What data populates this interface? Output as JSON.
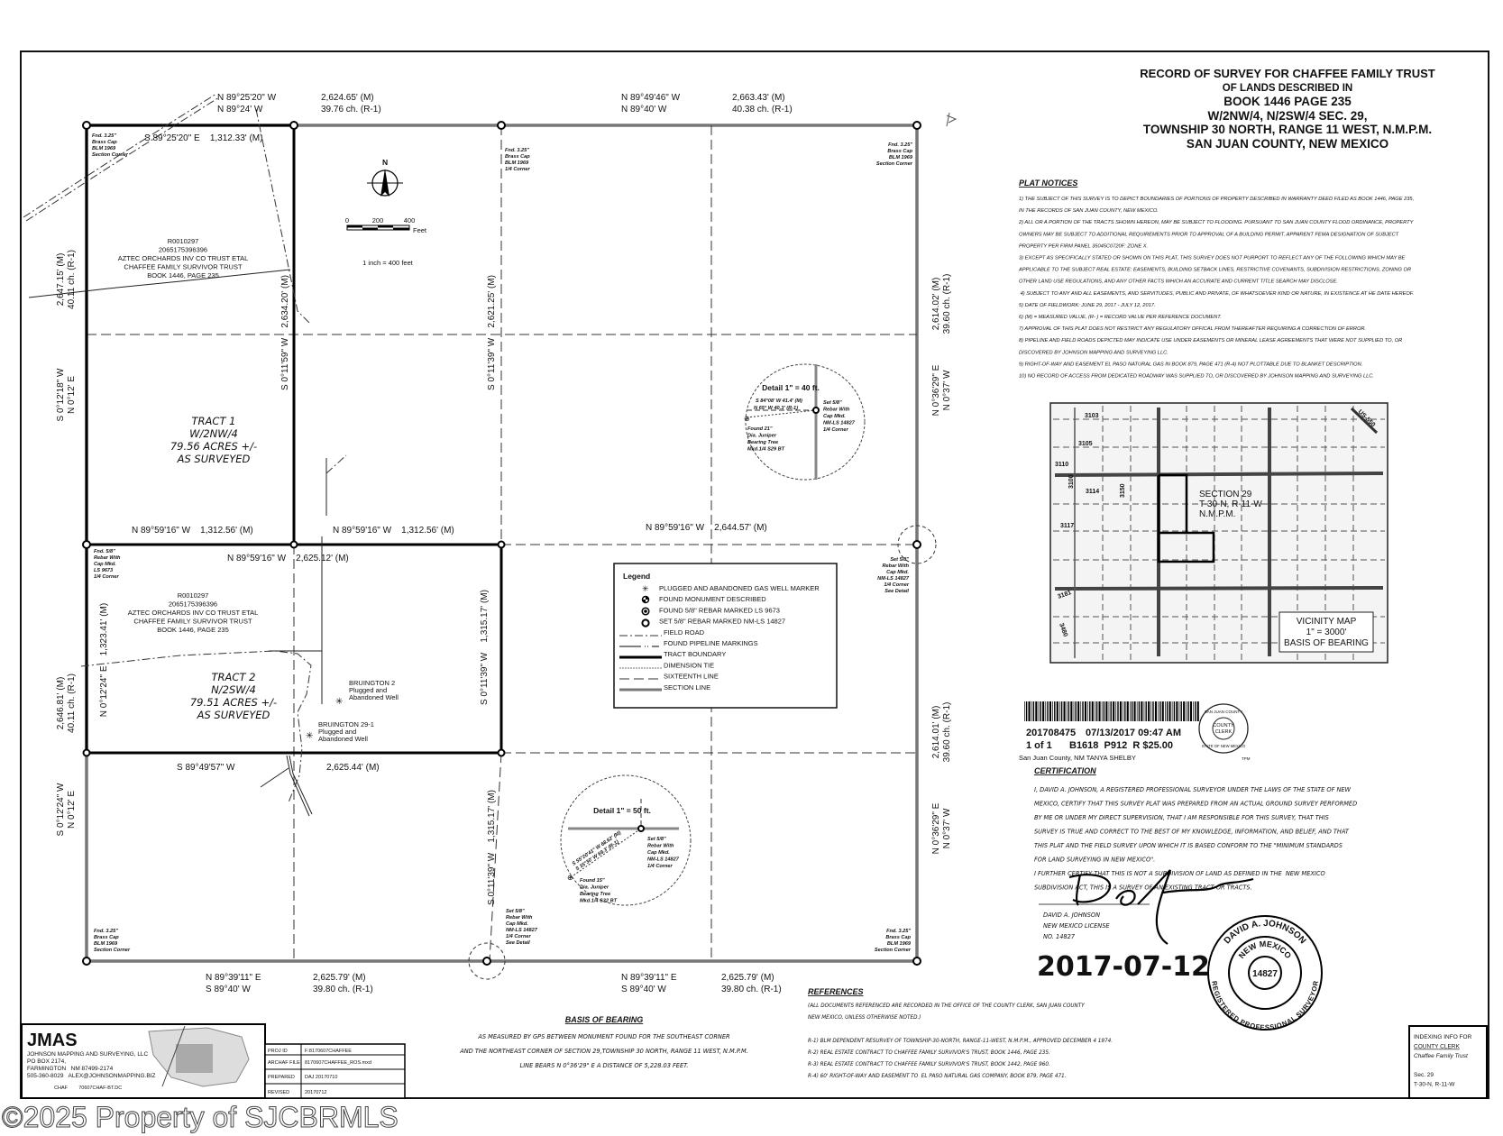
{
  "title": {
    "lines": [
      "RECORD OF SURVEY FOR CHAFFEE FAMILY TRUST",
      "OF LANDS DESCRIBED IN",
      "BOOK 1446 PAGE 235",
      "W/2NW/4, N/2SW/4 SEC. 29,",
      "TOWNSHIP 30 NORTH, RANGE 11 WEST, N.M.P.M.",
      "SAN JUAN COUNTY, NEW MEXICO"
    ]
  },
  "plat_notices": {
    "heading": "PLAT NOTICES",
    "lines": [
      "1) THE SUBJECT OF THIS SURVEY IS TO DEPICT BOUNDARIES OF PORTIONS OF PROPERTY DESCRIBED IN WARRANTY DEED FILED AS BOOK 1446, PAGE 235,",
      "IN THE RECORDS OF SAN JUAN COUNTY, NEW MEXICO.",
      "2) ALL OR A PORTION OF THE TRACTS SHOWN HEREON, MAY BE SUBJECT TO FLOODING. PURSUANT TO SAN JUAN COUNTY FLOOD ORDINANCE, PROPERTY",
      "OWNERS MAY BE SUBJECT TO ADDITIONAL REQUIREMENTS PRIOR TO APPROVAL OF A BUILDING PERMIT. APPARENT FEMA DESIGNATION OF SUBJECT",
      "PROPERTY PER FIRM PANEL 35045C0720F: ZONE X.",
      "3) EXCEPT AS SPECIFICALLY STATED OR SHOWN ON THIS PLAT, THIS SURVEY DOES NOT PURPORT TO REFLECT ANY OF THE FOLLOWING WHICH MAY BE",
      "APPLICABLE TO THE SUBJECT REAL ESTATE: EASEMENTS, BUILDING SETBACK LINES, RESTRICTIVE COVENANTS, SUBDIVISION RESTRICTIONS, ZONING OR",
      "OTHER LAND USE REGULATIONS, AND ANY OTHER FACTS WHICH AN ACCURATE AND CURRENT TITLE SEARCH MAY DISCLOSE.",
      " 4) SUBJECT TO ANY AND ALL EASEMENTS, AND SERVITUDES, PUBLIC AND PRIVATE, OF WHATSOEVER KIND OR NATURE, IN EXISTENCE AT HE DATE HEREOF.",
      "5) DATE OF FIELDWORK: JUNE 29, 2017 - JULY 12, 2017.",
      "6) (M) = MEASURED VALUE, (R- ) = RECORD VALUE PER REFERENCE DOCUMENT.",
      "7) APPROVAL OF THIS PLAT DOES NOT RESTRICT ANY REGULATORY OFFICAL FROM THEREAFTER REQUIRING A CORRECTION OF ERROR.",
      "8) PIPELINE AND FIELD ROADS DEPICTED MAY INDICATE USE UNDER EASEMENTS OR MINERAL LEASE AGREEMENTS THAT WERE NOT SUPPLIED TO, OR",
      "DISCOVERED BY JOHNSON MAPPING AND SURVEYING LLC.",
      "9) RIGHT-OF-WAY AND EASEMENT EL PASO NATURAL GAS IN BOOK 879, PAGE 471 (R-4) NOT PLOTTABLE DUE TO BLANKET DESCRIPTION.",
      "10) NO RECORD OF ACCESS FROM DEDICATED ROADWAY WAS SUPPLIED TO, OR DISCOVERED BY JOHNSON MAPPING AND SURVEYING LLC."
    ]
  },
  "plat": {
    "north_arrow_label": "N",
    "scale_bar": {
      "ticks": [
        "0",
        "200",
        "400"
      ],
      "unit": "Feet",
      "note": "1 inch = 400 feet"
    },
    "top_west": {
      "bearing_m": "N 89°25'20\" W",
      "bearing_r": "N 89°24' W",
      "dist_m": "2,624.65' (M)",
      "dist_r": "39.76 ch. (R-1)"
    },
    "top_east": {
      "bearing_m": "N 89°49'46\" W",
      "bearing_r": "N 89°40' W",
      "dist_m": "2,663.43' (M)",
      "dist_r": "40.38 ch. (R-1)"
    },
    "bottom_west": {
      "bearing_m": "N 89°39'11\" E",
      "bearing_r": "S 89°40' W",
      "dist_m": "2,625.79' (M)",
      "dist_r": "39.80 ch. (R-1)"
    },
    "bottom_east": {
      "bearing_m": "N 89°39'11\" E",
      "bearing_r": "S 89°40' W",
      "dist_m": "2,625.79' (M)",
      "dist_r": "39.80 ch. (R-1)"
    },
    "west_north": {
      "bearing_m": "S 0°12'18\" W",
      "bearing_r": "N 0°12' E",
      "dist_m": "2,647.15' (M)",
      "dist_r": "40.11 ch. (R-1)"
    },
    "west_south": {
      "bearing_m": "S 0°12'24\" W",
      "bearing_r": "N 0°12' E",
      "dist_m": "2,646.81' (M)",
      "dist_r": "40.11 ch. (R-1)"
    },
    "east_north": {
      "bearing_m": "N 0°36'29\" E",
      "bearing_r": "N 0°37' W",
      "dist_m": "2,614.02' (M)",
      "dist_r": "39.60 ch. (R-1)"
    },
    "east_south": {
      "bearing_m": "N 0°36'29\" E",
      "bearing_r": "N 0°37' W",
      "dist_m": "2,614.01' (M)",
      "dist_r": "39.60 ch. (R-1)"
    },
    "tract1_top": "S 89°25'20\" E    1,312.33' (M)",
    "tract1_east": "S 0°11'59\" W    2,634.20' (M)",
    "center_north": "S 0°11'39\" W    2,621.25' (M)",
    "tract1_bottom": "N 89°59'16\" W    1,312.56' (M)",
    "center_bottom_left": "N 89°59'16\" W    1,312.56' (M)",
    "east_half_mid": "N 89°59'16\" W    2,644.57' (M)",
    "tract2_top": "N 89°59'16\" W    2,625.12' (M)",
    "tract2_west": "N 0°12'24\" E    1,323.41' (M)",
    "tract2_east": "S 0°11'39\" W    1,315.17' (M)",
    "tract2_bottom_bearing": "S 89°49'57\" W",
    "tract2_bottom_dist": "2,625.44' (M)",
    "center_south": "S 0°11'39\" W    1,315.17' (M)",
    "tract1": {
      "owner": [
        "R0010297",
        "2065175396396",
        "AZTEC ORCHARDS INV CO TRUST ETAL",
        "CHAFFEE FAMILY SURVIVOR TRUST",
        "BOOK 1446, PAGE 235"
      ],
      "label": [
        "TRACT 1",
        "W/2NW/4",
        "79.56 ACRES +/-",
        "AS SURVEYED"
      ]
    },
    "tract2": {
      "owner": [
        "R0010297",
        "2065175396396",
        "AZTEC ORCHARDS INV CO TRUST ETAL",
        "CHAFFEE FAMILY SURVIVOR TRUST",
        "BOOK 1446, PAGE 235"
      ],
      "label": [
        "TRACT 2",
        "N/2SW/4",
        "79.51 ACRES +/-",
        "AS SURVEYED"
      ]
    },
    "wells": [
      {
        "name": "BRUINGTON 2",
        "status": [
          "Plugged and",
          "Abandoned Well"
        ]
      },
      {
        "name": "BRUINGTON 29-1",
        "status": [
          "Plugged and",
          "Abandoned Well"
        ]
      }
    ],
    "corner_notes": {
      "nw": [
        "Fnd. 3.25\"",
        "Brass Cap",
        "BLM 1969",
        "Section Corner"
      ],
      "n_quarter": [
        "Fnd. 3.25\"",
        "Brass Cap",
        "BLM 1969",
        "1/4 Corner"
      ],
      "ne": [
        "Fnd. 3.25\"",
        "Brass Cap",
        "BLM 1969",
        "Section Corner"
      ],
      "w_quarter": [
        "Fnd. 5/8\"",
        "Rebar With",
        "Cap Mkd.",
        "LS 9673",
        "1/4 Corner"
      ],
      "e_quarter": [
        "Set 5/8\"",
        "Rebar With",
        "Cap Mkd.",
        "NM-LS 14827",
        "1/4 Corner",
        "See Detail"
      ],
      "sw": [
        "Fnd. 3.25\"",
        "Brass Cap",
        "BLM 1969",
        "Section Corner"
      ],
      "s_quarter": [
        "Set 5/8\"",
        "Rebar With",
        "Cap Mkd.",
        "NM-LS 14827",
        "1/4 Corner",
        "See Detail"
      ],
      "se": [
        "Fnd. 3.25\"",
        "Brass Cap",
        "BLM 1969",
        "Section Corner"
      ]
    },
    "detail_east": {
      "title": "Detail 1\" = 40 ft.",
      "tie_m": "S 84°08' W  41.4' (M)",
      "tie_r": "N 65° W    40.3' (R-1)",
      "tree": [
        "Found 21\"",
        "Dia. Juniper",
        "Bearing Tree",
        "Mkd.1/4 S29 BT"
      ],
      "rebar": [
        "Set 5/8\"",
        "Rebar With",
        "Cap Mkd.",
        "NM-LS 14827",
        "1/4 Corner"
      ]
    },
    "detail_south": {
      "title": "Detail 1\" = 50 ft.",
      "tie_m": "S 55°20'41\" W  68.62' (M)",
      "tie_r": "S 35°30' W   69.3' (R-1)",
      "tree": [
        "Found 15\"",
        "Dia. Juniper",
        "Bearing Tree",
        "Mkd.1/4 S32 BT"
      ],
      "rebar": [
        "Set 5/8\"",
        "Rebar With",
        "Cap Mkd.",
        "NM-LS 14827",
        "1/4 Corner"
      ]
    }
  },
  "legend": {
    "title": "Legend",
    "items": [
      {
        "symbol": "gas-well-marker",
        "label": "PLUGGED AND ABANDONED GAS WELL MARKER"
      },
      {
        "symbol": "found-monument",
        "label": "FOUND MONUMENT DESCRIBED"
      },
      {
        "symbol": "found-rebar",
        "label": "FOUND 5/8\" REBAR MARKED LS 9673"
      },
      {
        "symbol": "set-rebar",
        "label": "SET 5/8\" REBAR MARKED NM-LS 14827"
      },
      {
        "symbol": "field-road-line",
        "label": "FIELD ROAD"
      },
      {
        "symbol": "pipeline-line",
        "label": "FOUND PIPELINE MARKINGS"
      },
      {
        "symbol": "tract-boundary-line",
        "label": "TRACT BOUNDARY"
      },
      {
        "symbol": "dimension-tie-line",
        "label": "DIMENSION TIE"
      },
      {
        "symbol": "sixteenth-line",
        "label": "SIXTEENTH LINE"
      },
      {
        "symbol": "section-line",
        "label": "SECTION LINE"
      }
    ]
  },
  "vicinity_map": {
    "roads": [
      "3103",
      "3105",
      "3110",
      "3100",
      "3114",
      "3150",
      "3117",
      "3181",
      "3480",
      "US-550"
    ],
    "section_label": [
      "SECTION 29",
      "T-30-N, R-11-W",
      "N.M.P.M."
    ],
    "caption": [
      "VICINITY MAP",
      "1\" = 3000'",
      "BASIS OF BEARING"
    ]
  },
  "recording": {
    "doc_number": "201708475",
    "datetime": "07/13/2017 09:47 AM",
    "pages": "1 of 1",
    "book_page_fee": "B1618  P912  R $25.00",
    "county_clerk": "San Juan County, NM  TANYA SHELBY",
    "seal_text": [
      "SAN JUAN COUNTY",
      "COUNTY",
      "CLERK",
      "STATE OF NEW MEXICO"
    ],
    "initials": "TPM"
  },
  "certification": {
    "heading": "CERTIFICATION",
    "lines": [
      "I, DAVID A. JOHNSON, A REGISTERED PROFESSIONAL SURVEYOR UNDER THE LAWS OF THE STATE OF NEW",
      "MEXICO, CERTIFY THAT THIS SURVEY PLAT WAS PREPARED FROM AN ACTUAL GROUND SURVEY PERFORMED",
      "BY ME OR UNDER MY DIRECT SUPERVISION, THAT I AM RESPONSIBLE FOR THIS SURVEY, THAT THIS",
      "SURVEY IS TRUE AND CORRECT TO THE BEST OF MY KNOWLEDGE, INFORMATION, AND BELIEF, AND THAT",
      "THIS PLAT AND THE FIELD SURVEY UPON WHICH IT IS BASED CONFORM TO THE \"MINIMUM STANDARDS",
      "FOR LAND SURVEYING IN NEW MEXICO\".",
      "I FURTHER CERTIFY THAT THIS IS NOT A SUBDIVISION OF LAND AS DEFINED IN THE  NEW MEXICO",
      "SUBDIVISION ACT, THIS IS A SURVEY OF AN EXISTING TRACT OR TRACTS."
    ],
    "surveyor": [
      "DAVID A. JOHNSON",
      "NEW MEXICO LICENSE",
      "NO. 14827"
    ],
    "seal": {
      "top": "DAVID A. JOHNSON",
      "state": "NEW MEXICO",
      "number": "14827",
      "bottom": "REGISTERED PROFESSIONAL SURVEYOR"
    },
    "signed_date": "2017-07-12"
  },
  "references": {
    "heading": "REFERENCES",
    "lines": [
      "(ALL DOCUMENTS REFERENCED ARE RECORDED IN THE OFFICE OF THE COUNTY CLERK, SAN JUAN COUNTY",
      "NEW MEXICO, UNLESS OTHERWISE NOTED.)",
      "",
      "R-1) BLM DEPENDENT RESURVEY OF TOWNSHIP-30-NORTH, RANGE-11-WEST, N.M.P.M., APPROVED DECEMBER 4 1974.",
      "R-2) REAL ESTATE CONTRACT TO CHAFFEE FAMILY SURVIVOR'S TRUST, BOOK 1446, PAGE 235.",
      "R-3) REAL ESTATE CONTRACT TO CHAFFEE FAMILY SURVIVOR'S TRUST, BOOK 1442, PAGE 960.",
      "R-4) 60' RIGHT-OF-WAY AND EASEMENT TO  EL PASO NATURAL GAS COMPANY, BOOK 879, PAGE 471."
    ]
  },
  "basis_of_bearing": {
    "heading": "BASIS OF BEARING",
    "lines": [
      "AS MEASURED BY GPS  BETWEEN MONUMENT FOUND FOR THE SOUTHEAST CORNER",
      "AND THE NORTHEAST CORNER OF SECTION 29,TOWNSHIP 30 NORTH, RANGE 11 WEST, N.M.P.M.",
      "LINE BEARS N 0°36'29\" E  A DISTANCE OF 5,228.03 FEET."
    ]
  },
  "title_block": {
    "logo": "JMAS",
    "company": [
      "JOHNSON MAPPING AND SURVEYING, LLC",
      "PO BOX 2174,",
      "FARMINGTON   NM 87499-2174",
      "505-360-8029   ALEX@JOHNSONMAPPING.BIZ"
    ],
    "file_line": "CHAF        70607CHAF-BT.DC",
    "rows": [
      {
        "label": "PROJ ID",
        "value": "F:8170607CHAFFEE"
      },
      {
        "label": "ARCHAF FILE",
        "value": "8170607CHAFFEE_ROS.mxd"
      },
      {
        "label": "PREPARED",
        "value": "DAJ 20170710"
      },
      {
        "label": "REVISED",
        "value": "20170712"
      }
    ]
  },
  "indexing": {
    "lines": [
      "INDEXING INFO FOR",
      "COUNTY CLERK",
      "Chaffee Family Trust",
      "",
      "Sec. 29",
      "T-30-N, R-11-W"
    ]
  },
  "watermark": "©2025 Property of SJCBRMLS"
}
